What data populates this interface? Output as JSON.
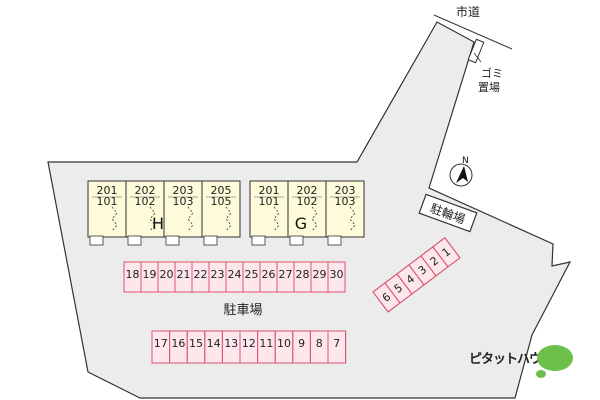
{
  "labels": {
    "road": "市道",
    "garbage_line1": "ゴミ",
    "garbage_line2": "置場",
    "bicycle_parking": "駐輪場",
    "parking": "駐車場",
    "north": "N",
    "logo_text": "ピタットハウス"
  },
  "buildings": [
    {
      "letter": "H",
      "units": [
        {
          "upper": "201",
          "lower": "101"
        },
        {
          "upper": "202",
          "lower": "102"
        },
        {
          "upper": "203",
          "lower": "103"
        },
        {
          "upper": "205",
          "lower": "105"
        }
      ]
    },
    {
      "letter": "G",
      "units": [
        {
          "upper": "201",
          "lower": "101"
        },
        {
          "upper": "202",
          "lower": "102"
        },
        {
          "upper": "203",
          "lower": "103"
        }
      ]
    }
  ],
  "parking_rows": {
    "upper": [
      "18",
      "19",
      "20",
      "21",
      "22",
      "23",
      "24",
      "25",
      "26",
      "27",
      "28",
      "29",
      "30"
    ],
    "lower": [
      "17",
      "16",
      "15",
      "14",
      "13",
      "12",
      "11",
      "10",
      "9",
      "8",
      "7"
    ],
    "diagonal": [
      "6",
      "5",
      "4",
      "3",
      "2",
      "1"
    ]
  },
  "colors": {
    "lot_fill": "#ececec",
    "building_fill": "#fdfbd9",
    "parking_fill": "#fde7ec",
    "parking_stroke": "#d9556f",
    "logo_green": "#6cc04a"
  }
}
